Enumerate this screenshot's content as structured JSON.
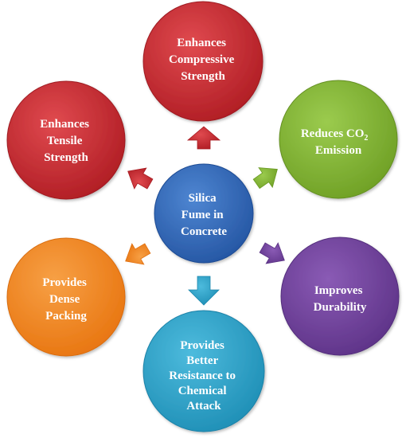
{
  "center": {
    "lines": [
      "Silica",
      "Fume in",
      "Concrete"
    ],
    "color": "#2E63B4"
  },
  "nodes": [
    {
      "id": "compressive",
      "lines": [
        "Enhances",
        "Compressive",
        "Strength"
      ],
      "color": "#C5232B"
    },
    {
      "id": "co2",
      "lines": [
        "Reduces CO",
        "Emission"
      ],
      "subscript": "2",
      "color": "#7DB12E"
    },
    {
      "id": "durability",
      "lines": [
        "Improves",
        "Durability"
      ],
      "color": "#6B3D98"
    },
    {
      "id": "chemical",
      "lines": [
        "Provides",
        "Better",
        "Resistance to",
        "Chemical",
        "Attack"
      ],
      "color": "#2AA0C6"
    },
    {
      "id": "packing",
      "lines": [
        "Provides",
        "Dense",
        "Packing"
      ],
      "color": "#F2811E"
    },
    {
      "id": "tensile",
      "lines": [
        "Enhances",
        "Tensile",
        "Strength"
      ],
      "color": "#C5232B"
    }
  ]
}
